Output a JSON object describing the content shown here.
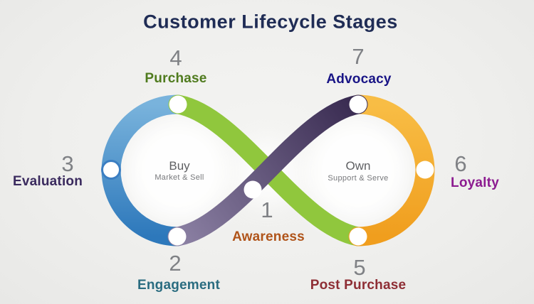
{
  "title": {
    "text": "Customer Lifecycle Stages",
    "color": "#1f2c55"
  },
  "loops": {
    "left": {
      "label": "Buy",
      "sublabel": "Market & Sell"
    },
    "right": {
      "label": "Own",
      "sublabel": "Support & Serve"
    }
  },
  "stages": [
    {
      "number": "1",
      "label": "Awareness",
      "color": "#b0541a"
    },
    {
      "number": "2",
      "label": "Engagement",
      "color": "#2a6c80"
    },
    {
      "number": "3",
      "label": "Evaluation",
      "color": "#3a2a5e"
    },
    {
      "number": "4",
      "label": "Purchase",
      "color": "#4f7b1e"
    },
    {
      "number": "5",
      "label": "Post Purchase",
      "color": "#8e2e35"
    },
    {
      "number": "6",
      "label": "Loyalty",
      "color": "#8c1b90"
    },
    {
      "number": "7",
      "label": "Advocacy",
      "color": "#191586"
    }
  ],
  "palette": {
    "number": "#7f8185",
    "blue_bottom": "#2d78bb",
    "blue_top": "#79b3dc",
    "green": "#90c73d",
    "orange_bottom": "#f09e1e",
    "orange_top": "#f8bd45",
    "purple_dark": "#382a50",
    "purple_light": "#8b80a3",
    "node_fill": "#ffffff",
    "node_ring_blue": "#3b7ec2",
    "center_label": "#5f6063",
    "center_sublabel": "#77787b"
  }
}
